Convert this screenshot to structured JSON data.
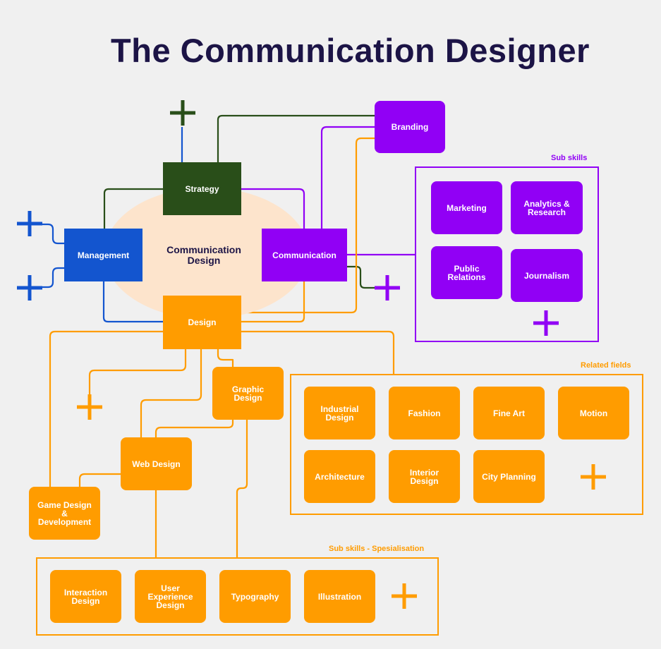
{
  "title": "The Communication Designer",
  "core": "Communication\nDesign",
  "colors": {
    "purple": "#9100f5",
    "orange": "#ff9c00",
    "blue": "#1355cf",
    "green": "#294e19",
    "core": "#fde4cc",
    "title": "#1c1446"
  },
  "nodes": {
    "strategy": "Strategy",
    "management": "Management",
    "communication": "Communication",
    "design": "Design",
    "branding": "Branding",
    "graphic_design": "Graphic\nDesign",
    "web_design": "Web Design",
    "game_design": "Game Design\n&\nDevelopment"
  },
  "sub_skills": {
    "label": "Sub skills",
    "items": [
      "Marketing",
      "Analytics &\nResearch",
      "Public\nRelations",
      "Journalism"
    ]
  },
  "related_fields": {
    "label": "Related fields",
    "items": [
      "Industrial\nDesign",
      "Fashion",
      "Fine Art",
      "Motion",
      "Architecture",
      "Interior\nDesign",
      "City Planning"
    ]
  },
  "specialisation": {
    "label": "Sub skills - Spesialisation",
    "items": [
      "Interaction\nDesign",
      "User\nExperience\nDesign",
      "Typography",
      "Illustration"
    ]
  },
  "plus_icons": [
    "plus-icon"
  ]
}
